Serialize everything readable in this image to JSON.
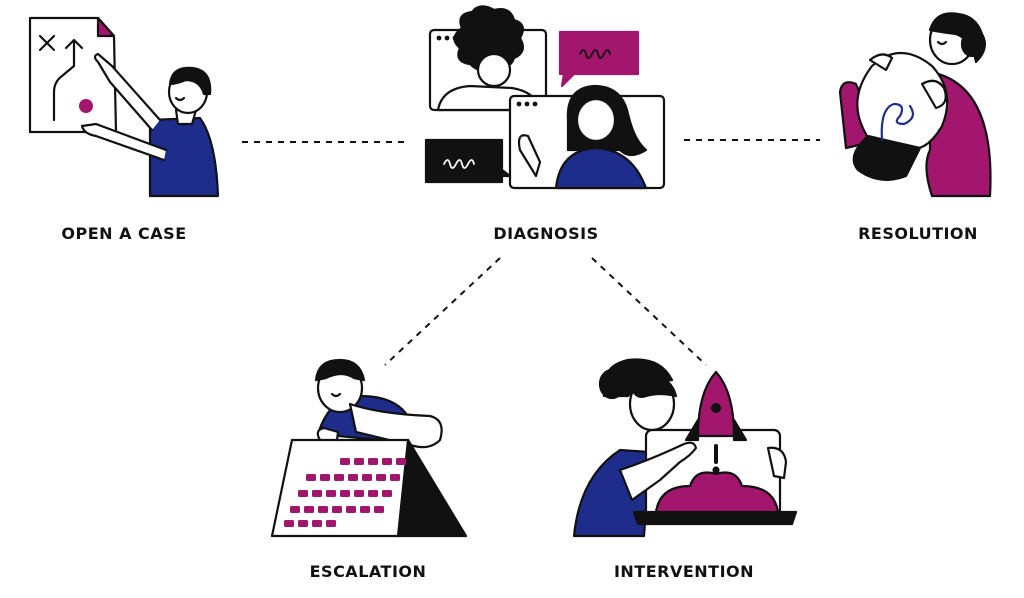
{
  "colors": {
    "ink": "#111111",
    "navy": "#1e2c8c",
    "magenta": "#a3166e",
    "white": "#ffffff"
  },
  "steps": [
    {
      "id": "open-a-case",
      "label": "OPEN A CASE",
      "icon": "person-holding-document-icon"
    },
    {
      "id": "diagnosis",
      "label": "DIAGNOSIS",
      "icon": "video-call-chat-icon"
    },
    {
      "id": "resolution",
      "label": "RESOLUTION",
      "icon": "person-hugging-lightbulb-icon"
    },
    {
      "id": "escalation",
      "label": "ESCALATION",
      "icon": "person-leaning-on-calendar-icon"
    },
    {
      "id": "intervention",
      "label": "INTERVENTION",
      "icon": "person-with-rocket-screen-icon"
    }
  ],
  "connectors": [
    {
      "from": "open-a-case",
      "to": "diagnosis"
    },
    {
      "from": "diagnosis",
      "to": "resolution"
    },
    {
      "from": "diagnosis",
      "to": "escalation"
    },
    {
      "from": "diagnosis",
      "to": "intervention"
    }
  ]
}
